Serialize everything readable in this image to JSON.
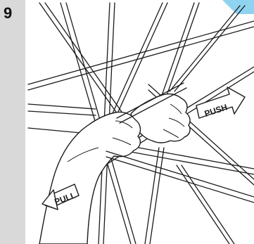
{
  "step": {
    "number": "9"
  },
  "illustration": {
    "push_label": "PUSH",
    "pull_label": "PULL",
    "corner_accent_color": "#8fd3f0",
    "line_color": "#1a1a1a"
  }
}
